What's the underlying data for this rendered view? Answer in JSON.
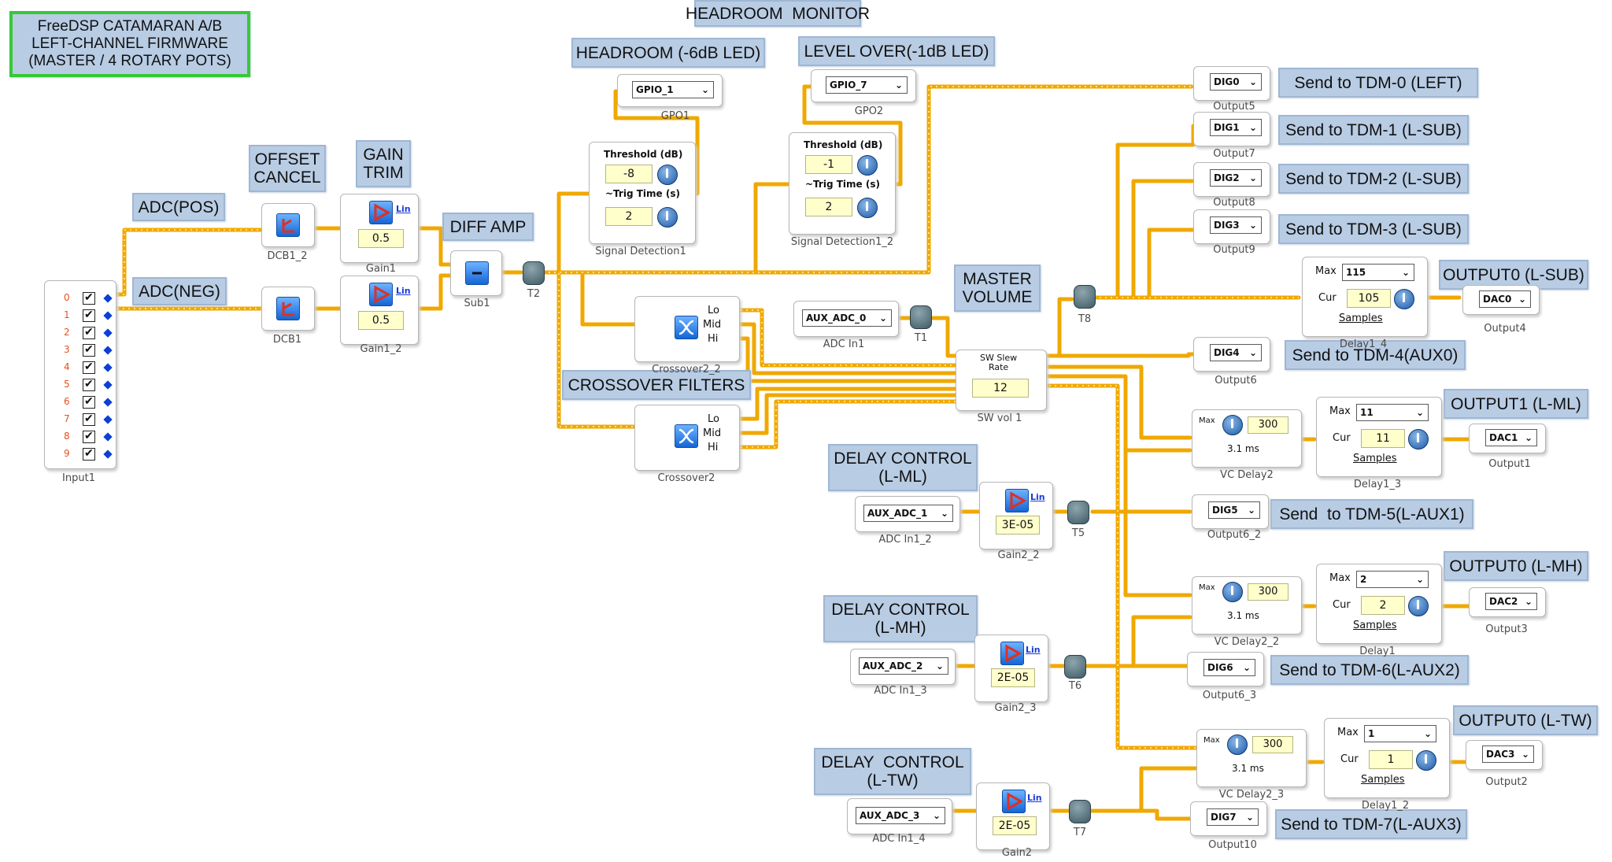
{
  "title_box": {
    "line1": "FreeDSP CATAMARAN A/B",
    "line2": "LEFT-CHANNEL FIRMWARE",
    "line3": "(MASTER / 4 ROTARY POTS)"
  },
  "labels": {
    "headroom_monitor": "HEADROOM  MONITOR",
    "headroom_led": "HEADROOM (-6dB LED)",
    "level_over_led": "LEVEL OVER(-1dB LED)",
    "offset_cancel": "OFFSET\nCANCEL",
    "gain_trim": "GAIN\nTRIM",
    "adc_pos": "ADC(POS)",
    "adc_neg": "ADC(NEG)",
    "diff_amp": "DIFF AMP",
    "master_volume": "MASTER\nVOLUME",
    "crossover_filters": "CROSSOVER FILTERS",
    "delay_control_ml": "DELAY CONTROL\n(L-ML)",
    "delay_control_mh": "DELAY CONTROL\n(L-MH)",
    "delay_control_tw": "DELAY  CONTROL\n(L-TW)",
    "send_tdm0": "Send to TDM-0 (LEFT)",
    "send_tdm1": "Send to TDM-1 (L-SUB)",
    "send_tdm2": "Send to TDM-2 (L-SUB)",
    "send_tdm3": "Send to TDM-3 (L-SUB)",
    "send_tdm4": "Send to TDM-4(AUX0)",
    "send_tdm5": "Send  to TDM-5(L-AUX1)",
    "send_tdm6": "Send to TDM-6(L-AUX2)",
    "send_tdm7": "Send to TDM-7(L-AUX3)",
    "output0_lsub": "OUTPUT0 (L-SUB)",
    "output1_lml": "OUTPUT1 (L-ML)",
    "output0_lmh": "OUTPUT0 (L-MH)",
    "output0_ltw": "OUTPUT0 (L-TW)"
  },
  "input1": {
    "caption": "Input1",
    "channels": [
      "0",
      "1",
      "2",
      "3",
      "4",
      "5",
      "6",
      "7",
      "8",
      "9"
    ]
  },
  "blocks": {
    "dcb1_2": {
      "caption": "DCB1_2"
    },
    "dcb1": {
      "caption": "DCB1"
    },
    "gain1": {
      "caption": "Gain1",
      "value": "0.5",
      "mode": "Lin"
    },
    "gain1_2": {
      "caption": "Gain1_2",
      "value": "0.5",
      "mode": "Lin"
    },
    "sub1": {
      "caption": "Sub1"
    },
    "t2": {
      "caption": "T2"
    },
    "gpo1": {
      "caption": "GPO1",
      "select": "GPIO_1"
    },
    "gpo2": {
      "caption": "GPO2",
      "select": "GPIO_7"
    },
    "sigdet1": {
      "caption": "Signal Detection1",
      "threshold_label": "Threshold (dB)",
      "threshold": "-8",
      "trig_label": "~Trig Time (s)",
      "trig": "2"
    },
    "sigdet1_2": {
      "caption": "Signal Detection1_2",
      "threshold_label": "Threshold (dB)",
      "threshold": "-1",
      "trig_label": "~Trig Time (s)",
      "trig": "2"
    },
    "crossover2_2": {
      "caption": "Crossover2_2",
      "lo": "Lo",
      "mid": "Mid",
      "hi": "Hi"
    },
    "crossover2": {
      "caption": "Crossover2",
      "lo": "Lo",
      "mid": "Mid",
      "hi": "Hi"
    },
    "adc_in1": {
      "caption": "ADC In1",
      "select": "AUX_ADC_0"
    },
    "t1": {
      "caption": "T1"
    },
    "swvol1": {
      "caption": "SW vol 1",
      "title": "SW Slew\nRate",
      "value": "12"
    },
    "t8": {
      "caption": "T8"
    },
    "output5": {
      "caption": "Output5",
      "select": "DIG0"
    },
    "output7": {
      "caption": "Output7",
      "select": "DIG1"
    },
    "output8": {
      "caption": "Output8",
      "select": "DIG2"
    },
    "output9": {
      "caption": "Output9",
      "select": "DIG3"
    },
    "output6": {
      "caption": "Output6",
      "select": "DIG4"
    },
    "output6_2": {
      "caption": "Output6_2",
      "select": "DIG5"
    },
    "output6_3": {
      "caption": "Output6_3",
      "select": "DIG6"
    },
    "output10": {
      "caption": "Output10",
      "select": "DIG7"
    },
    "delay1_4": {
      "caption": "Delay1_4",
      "max_label": "Max",
      "max": "115",
      "cur_label": "Cur",
      "cur": "105",
      "samples": "Samples"
    },
    "delay1_3": {
      "caption": "Delay1_3",
      "max_label": "Max",
      "max": "11",
      "cur_label": "Cur",
      "cur": "11",
      "samples": "Samples"
    },
    "delay1": {
      "caption": "Delay1",
      "max_label": "Max",
      "max": "2",
      "cur_label": "Cur",
      "cur": "2",
      "samples": "Samples"
    },
    "delay1_2": {
      "caption": "Delay1_2",
      "max_label": "Max",
      "max": "1",
      "cur_label": "Cur",
      "cur": "1",
      "samples": "Samples"
    },
    "output4": {
      "caption": "Output4",
      "select": "DAC0"
    },
    "output1": {
      "caption": "Output1",
      "select": "DAC1"
    },
    "output3": {
      "caption": "Output3",
      "select": "DAC2"
    },
    "output2": {
      "caption": "Output2",
      "select": "DAC3"
    },
    "vcdelay2": {
      "caption": "VC Delay2",
      "max_label": "Max",
      "value": "300",
      "ms": "3.1 ms"
    },
    "vcdelay2_2": {
      "caption": "VC Delay2_2",
      "max_label": "Max",
      "value": "300",
      "ms": "3.1 ms"
    },
    "vcdelay2_3": {
      "caption": "VC Delay2_3",
      "max_label": "Max",
      "value": "300",
      "ms": "3.1 ms"
    },
    "adc_in1_2": {
      "caption": "ADC In1_2",
      "select": "AUX_ADC_1"
    },
    "adc_in1_3": {
      "caption": "ADC In1_3",
      "select": "AUX_ADC_2"
    },
    "adc_in1_4": {
      "caption": "ADC In1_4",
      "select": "AUX_ADC_3"
    },
    "gain2_2": {
      "caption": "Gain2_2",
      "value": "3E-05",
      "mode": "Lin"
    },
    "gain2_3": {
      "caption": "Gain2_3",
      "value": "2E-05",
      "mode": "Lin"
    },
    "gain2": {
      "caption": "Gain2",
      "value": "2E-05",
      "mode": "Lin"
    },
    "t5": {
      "caption": "T5"
    },
    "t6": {
      "caption": "T6"
    },
    "t7": {
      "caption": "T7"
    }
  },
  "colors": {
    "wire": "#f0a800",
    "wire_dots": "#fff3b0",
    "label_bg": "#b8cce4",
    "title_border": "#38c838",
    "value_bg": "#ffffcc"
  }
}
